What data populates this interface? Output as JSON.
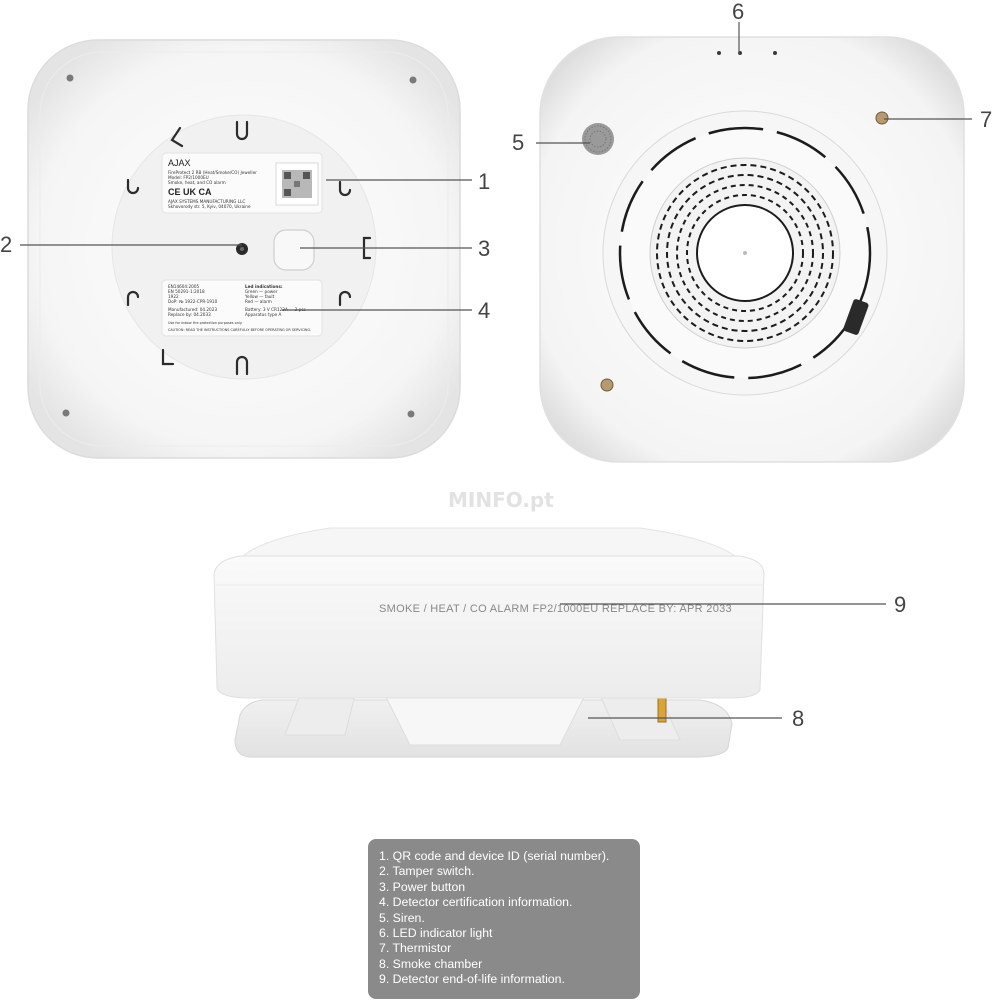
{
  "callouts": {
    "n1": "1",
    "n2": "2",
    "n3": "3",
    "n4": "4",
    "n5": "5",
    "n6": "6",
    "n7": "7",
    "n8": "8",
    "n9": "9"
  },
  "back_label": {
    "brand": "AJAX",
    "line1": "FireProtect 2 RB (Heat/Smoke/CO) Jeweller",
    "line2": "Model: FP2/1000EU",
    "line3": "Smoke, heat, and CO alarm",
    "marks": "CE UK CA",
    "maker": "AJAX SYSTEMS MANUFACTURING LLC",
    "address": "Skhovorody str. 5, Kyiv, 04070, Ukraine"
  },
  "cert_label": {
    "std1": "EN14604:2005",
    "std2": "EN 50291-1:2018",
    "year": "1922",
    "dop": "DoP: № 1922-CPR-1910",
    "manufactured": "Manufactured: 04.2023",
    "replace": "Replace by: 04.2033",
    "led_title": "Led indications:",
    "led_green": "Green — power",
    "led_yellow": "Yellow — fault",
    "led_red": "Red — alarm",
    "battery": "Battery: 3 V CR123A — 3 pcs",
    "apparatus": "Apparatus type A",
    "note": "Use for indoor fire protection purposes only.",
    "caution": "CAUTION: READ THE INSTRUCTIONS CAREFULLY BEFORE OPERATING OR SERVICING."
  },
  "side_text": "SMOKE / HEAT / CO ALARM   FP2/1000EU   REPLACE BY: APR 2033",
  "watermark": "MINFO.pt",
  "legend": {
    "items": [
      "1. QR code and device ID (serial number).",
      "2. Tamper switch.",
      "3. Power button",
      "4. Detector certification information.",
      "5. Siren.",
      "6. LED indicator light",
      "7. Thermistor",
      "8. Smoke chamber",
      "9. Detector end-of-life information."
    ]
  },
  "colors": {
    "device_white": "#f7f7f7",
    "legend_bg": "#8a8a8a",
    "legend_text": "#ffffff",
    "callout_line": "#555555"
  }
}
